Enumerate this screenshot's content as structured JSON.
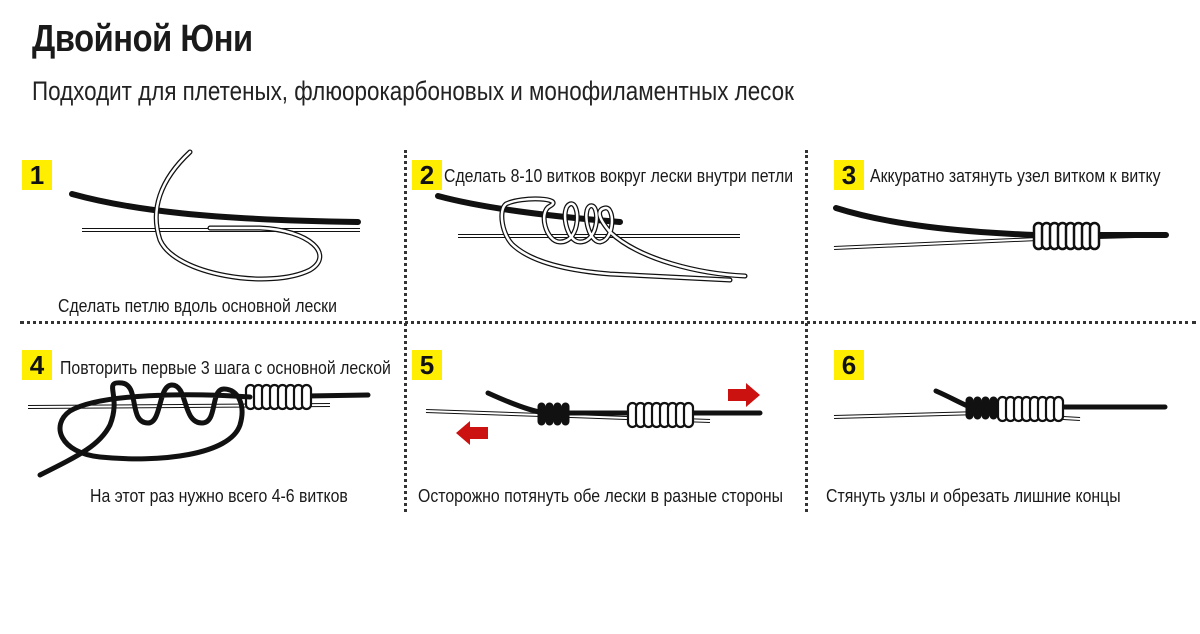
{
  "header": {
    "title": "Двойной Юни",
    "subtitle": "Подходит для плетеных, флюорокарбоновых и монофиламентных лесок"
  },
  "colors": {
    "badge": "#ffee00",
    "main_line": "#111111",
    "arrow": "#cc1111"
  },
  "steps": [
    {
      "number": "1",
      "text": "Сделать петлю вдоль основной лески"
    },
    {
      "number": "2",
      "text": "Сделать 8-10 витков вокруг лески внутри петли"
    },
    {
      "number": "3",
      "text": "Аккуратно затянуть узел витком к витку"
    },
    {
      "number": "4",
      "text": "Повторить первые 3 шага с основной леской",
      "note": "На этот раз нужно всего 4-6 витков"
    },
    {
      "number": "5",
      "text": "Осторожно потянуть обе лески в разные стороны"
    },
    {
      "number": "6",
      "text": "Стянуть узлы и обрезать лишние концы"
    }
  ]
}
